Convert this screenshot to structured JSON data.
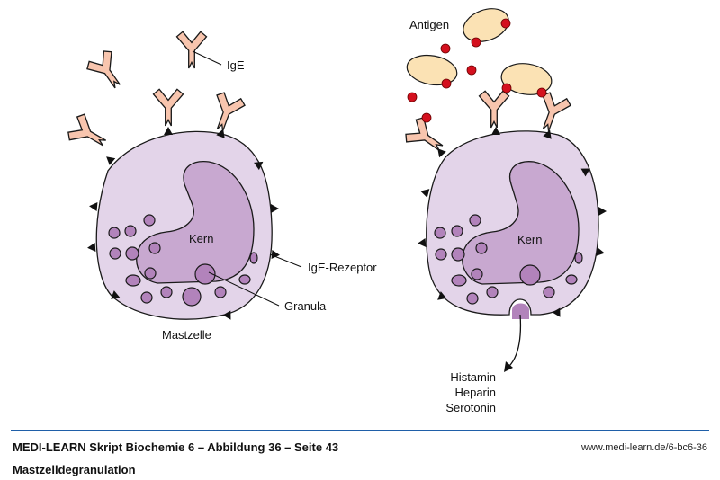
{
  "figure": {
    "left_panel": {
      "labels": {
        "ige": "IgE",
        "kern": "Kern",
        "ige_rezeptor": "IgE-Rezeptor",
        "granula": "Granula",
        "mastzelle": "Mastzelle"
      }
    },
    "right_panel": {
      "labels": {
        "antigen": "Antigen",
        "kern": "Kern",
        "released": [
          "Histamin",
          "Heparin",
          "Serotonin"
        ]
      }
    },
    "colors": {
      "cytoplasm": "#e3d4e9",
      "nucleus": "#c8a8d0",
      "granule": "#b283bb",
      "antibody": "#f8c5ae",
      "antigen_body": "#fbe2b4",
      "antigen_dot": "#d4101e",
      "outline": "#1a1a1a",
      "rule": "#1f5fa8"
    }
  },
  "footer": {
    "title": "MEDI-LEARN Skript Biochemie 6 – Abbildung 36 – Seite 43",
    "url": "www.medi-learn.de/6-bc6-36",
    "subtitle": "Mastzelldegranulation"
  }
}
